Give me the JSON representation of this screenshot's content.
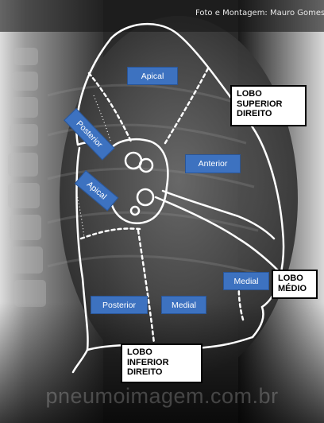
{
  "credit": "Foto e Montagem: Mauro Gomes",
  "watermark": "pneumoimagem.com.br",
  "segments": {
    "apical_upper": "Apical",
    "posterior_upper": "Posterior",
    "anterior": "Anterior",
    "apical_lower": "Apical",
    "medial_middle": "Medial",
    "posterior_lower": "Posterior",
    "medial_lower": "Medial"
  },
  "lobes": {
    "superior": [
      "LOBO",
      "SUPERIOR",
      "DIREITO"
    ],
    "medio": [
      "LOBO",
      "MÉDIO"
    ],
    "inferior": [
      "LOBO",
      "INFERIOR",
      "DIREITO"
    ]
  }
}
